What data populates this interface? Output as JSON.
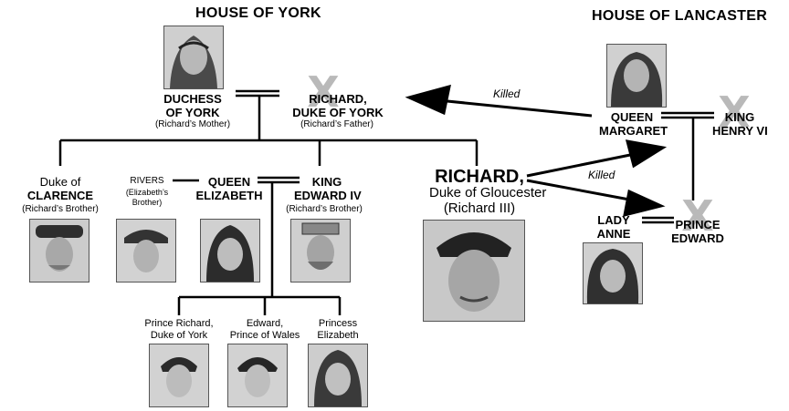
{
  "houses": {
    "york": "HOUSE OF YORK",
    "lancaster": "HOUSE OF LANCASTER"
  },
  "people": {
    "duchess": {
      "line1": "DUCHESS",
      "line2": "OF YORK",
      "relation": "(Richard’s Mother)"
    },
    "duke_york": {
      "line1": "RICHARD,",
      "line2": "DUKE OF YORK",
      "relation": "(Richard’s Father)"
    },
    "queen_margaret": {
      "line1": "QUEEN",
      "line2": "MARGARET"
    },
    "king_henry": {
      "line1": "KING",
      "line2": "HENRY VI"
    },
    "clarence": {
      "line1": "Duke of",
      "line2": "CLARENCE",
      "relation": "(Richard’s Brother)"
    },
    "rivers": {
      "name": "RIVERS",
      "relation1": "(Elizabeth’s",
      "relation2": "Brother)"
    },
    "queen_elizabeth": {
      "line1": "QUEEN",
      "line2": "ELIZABETH"
    },
    "king_edward": {
      "line1": "KING",
      "line2": "EDWARD IV",
      "relation": "(Richard’s Brother)"
    },
    "richard": {
      "line1": "RICHARD,",
      "line2": "Duke of Gloucester",
      "line3": "(Richard III)"
    },
    "lady_anne": {
      "line1": "LADY",
      "line2": "ANNE"
    },
    "prince_edward": {
      "line1": "PRINCE",
      "line2": "EDWARD"
    },
    "prince_richard": {
      "line1": "Prince Richard,",
      "line2": "Duke of York"
    },
    "edward_wales": {
      "line1": "Edward,",
      "line2": "Prince of Wales"
    },
    "princess_elizabeth": {
      "line1": "Princess",
      "line2": "Elizabeth"
    }
  },
  "arrows": {
    "killed_left": "Killed",
    "killed_right": "Killed"
  },
  "marks": {
    "deceased": "X"
  }
}
